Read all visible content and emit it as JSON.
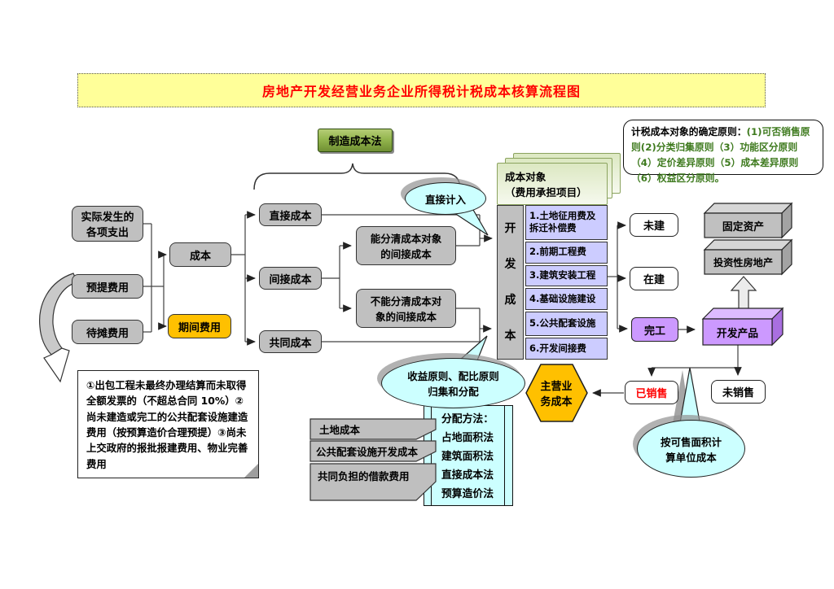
{
  "title": "房地产开发经营业务企业所得税计税成本核算流程图",
  "principles": {
    "lead": "计税成本对象的确定原则：",
    "body": "(1)可否销售原则(2)分类归集原则（3）功能区分原则（4）定价差异原则（5）成本差异原则（6）权益区分原则。"
  },
  "method": {
    "manufacturing": "制造成本法"
  },
  "callouts": {
    "direct_entry": "直接计入",
    "income_matching": "收益原则、配比原则\n归集和分配",
    "sellable_area": "按可售面积计\n算单位成本"
  },
  "left_flow": {
    "actual": "实际发生的\n各项支出",
    "accrued": "预提费用",
    "deferred": "待摊费用",
    "cost": "成本",
    "period_expense": "期间费用"
  },
  "cost_types": {
    "direct": "直接成本",
    "indirect": "间接成本",
    "common": "共同成本",
    "indirect_clear": "能分清成本对象\n的间接成本",
    "indirect_unclear": "不能分清成本对\n象的间接成本"
  },
  "cost_object": {
    "label": "成本对象\n（费用承担项目）"
  },
  "dev_cost": {
    "label": "开\n发\n成\n本",
    "items": [
      "1.土地征用费及\n拆迁补偿费",
      "2.前期工程费",
      "3.建筑安装工程",
      "4.基础设施建设",
      "5.公共配套设施",
      "6.开发间接费"
    ]
  },
  "status": {
    "not_built": "未建",
    "in_progress": "在建",
    "completed": "完工"
  },
  "assets": {
    "fixed": "固定资产",
    "investment": "投资性房地产",
    "dev_product": "开发产品"
  },
  "sales": {
    "sold": "已销售",
    "unsold": "未销售",
    "main_cost": "主营业\n务成本"
  },
  "note": {
    "text": "①出包工程未最终办理结算而未取得全额发票的（不超总合同 10%）②尚未建造或完工的公共配套设施建造费用（按预算造价合理预提）③尚未上交政府的报批报建费用、物业完善费用"
  },
  "banners": [
    "土地成本",
    "公共配套设施开发成本",
    "共同负担的借款费用"
  ],
  "allocation": {
    "lines": "分配方法：\n占地面积法\n建筑面积法\n直接成本法\n预算造价法"
  },
  "colors": {
    "title_bg": "#FFFF99",
    "title_text": "#FF0000",
    "gray": "#C0C0C0",
    "orange": "#FFC000",
    "purple_light": "#CCCCFF",
    "purple": "#CC99FF",
    "cyan": "#CCFFFF",
    "green": "#94B64E",
    "red_text": "#FF0000"
  }
}
